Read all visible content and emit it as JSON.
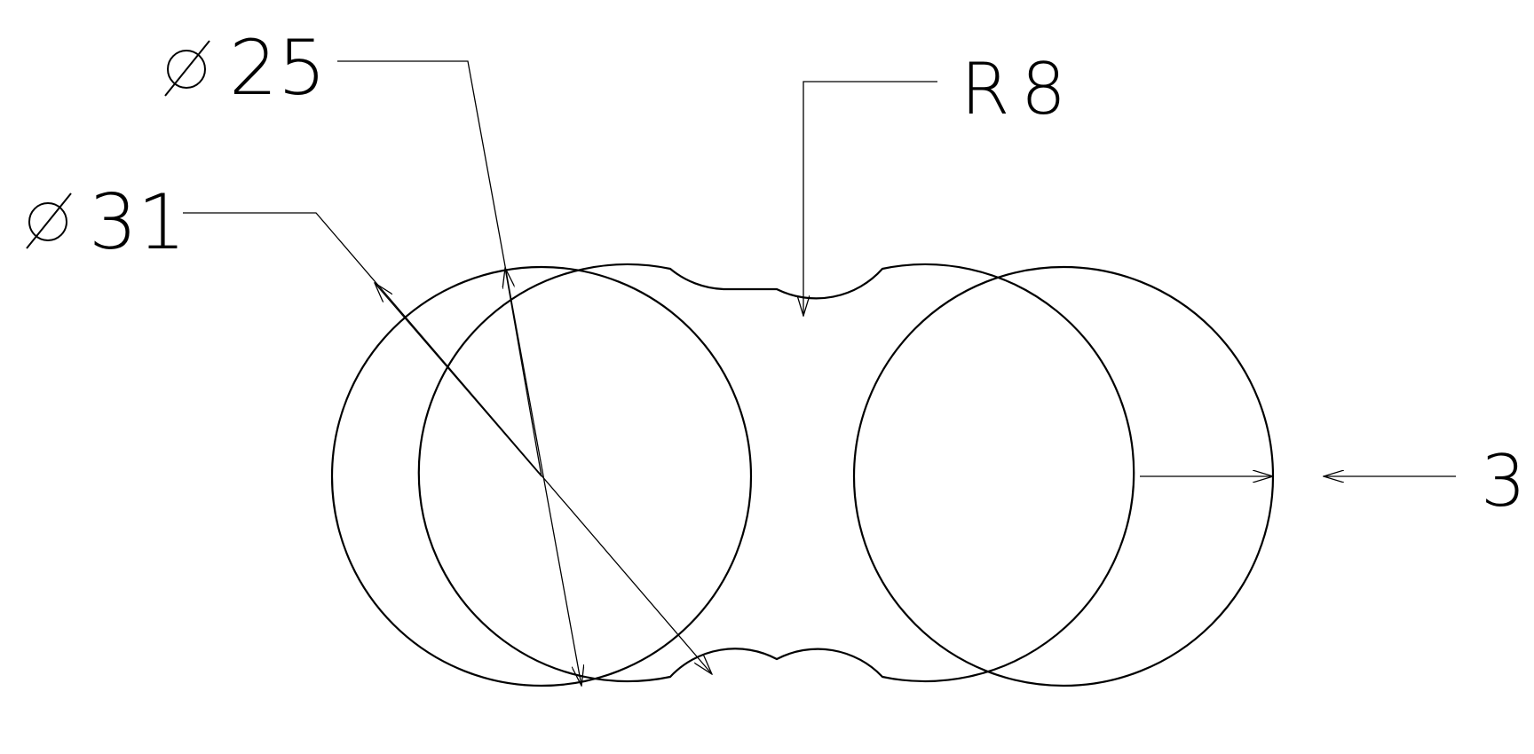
{
  "dimensions": {
    "dia_inner": {
      "symbol": "ø",
      "value": "25"
    },
    "dia_outer": {
      "symbol": "ø",
      "value": "31"
    },
    "radius": {
      "prefix": "R",
      "value": "8"
    },
    "wall": {
      "value": "3"
    }
  },
  "style": {
    "line_color": "#000000",
    "background": "#ffffff"
  }
}
